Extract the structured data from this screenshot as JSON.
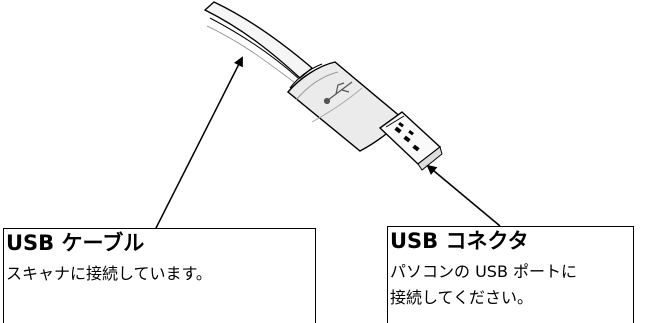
{
  "colors": {
    "line": "#000000",
    "background": "#ffffff",
    "cable_shade": "#e6e6e6"
  },
  "callouts": {
    "cable": {
      "title": "USB ケーブル",
      "lines": [
        "スキャナに接続しています。"
      ]
    },
    "connector": {
      "title": "USB コネクタ",
      "lines": [
        "パソコンの USB ポートに",
        "接続してください。"
      ]
    }
  }
}
